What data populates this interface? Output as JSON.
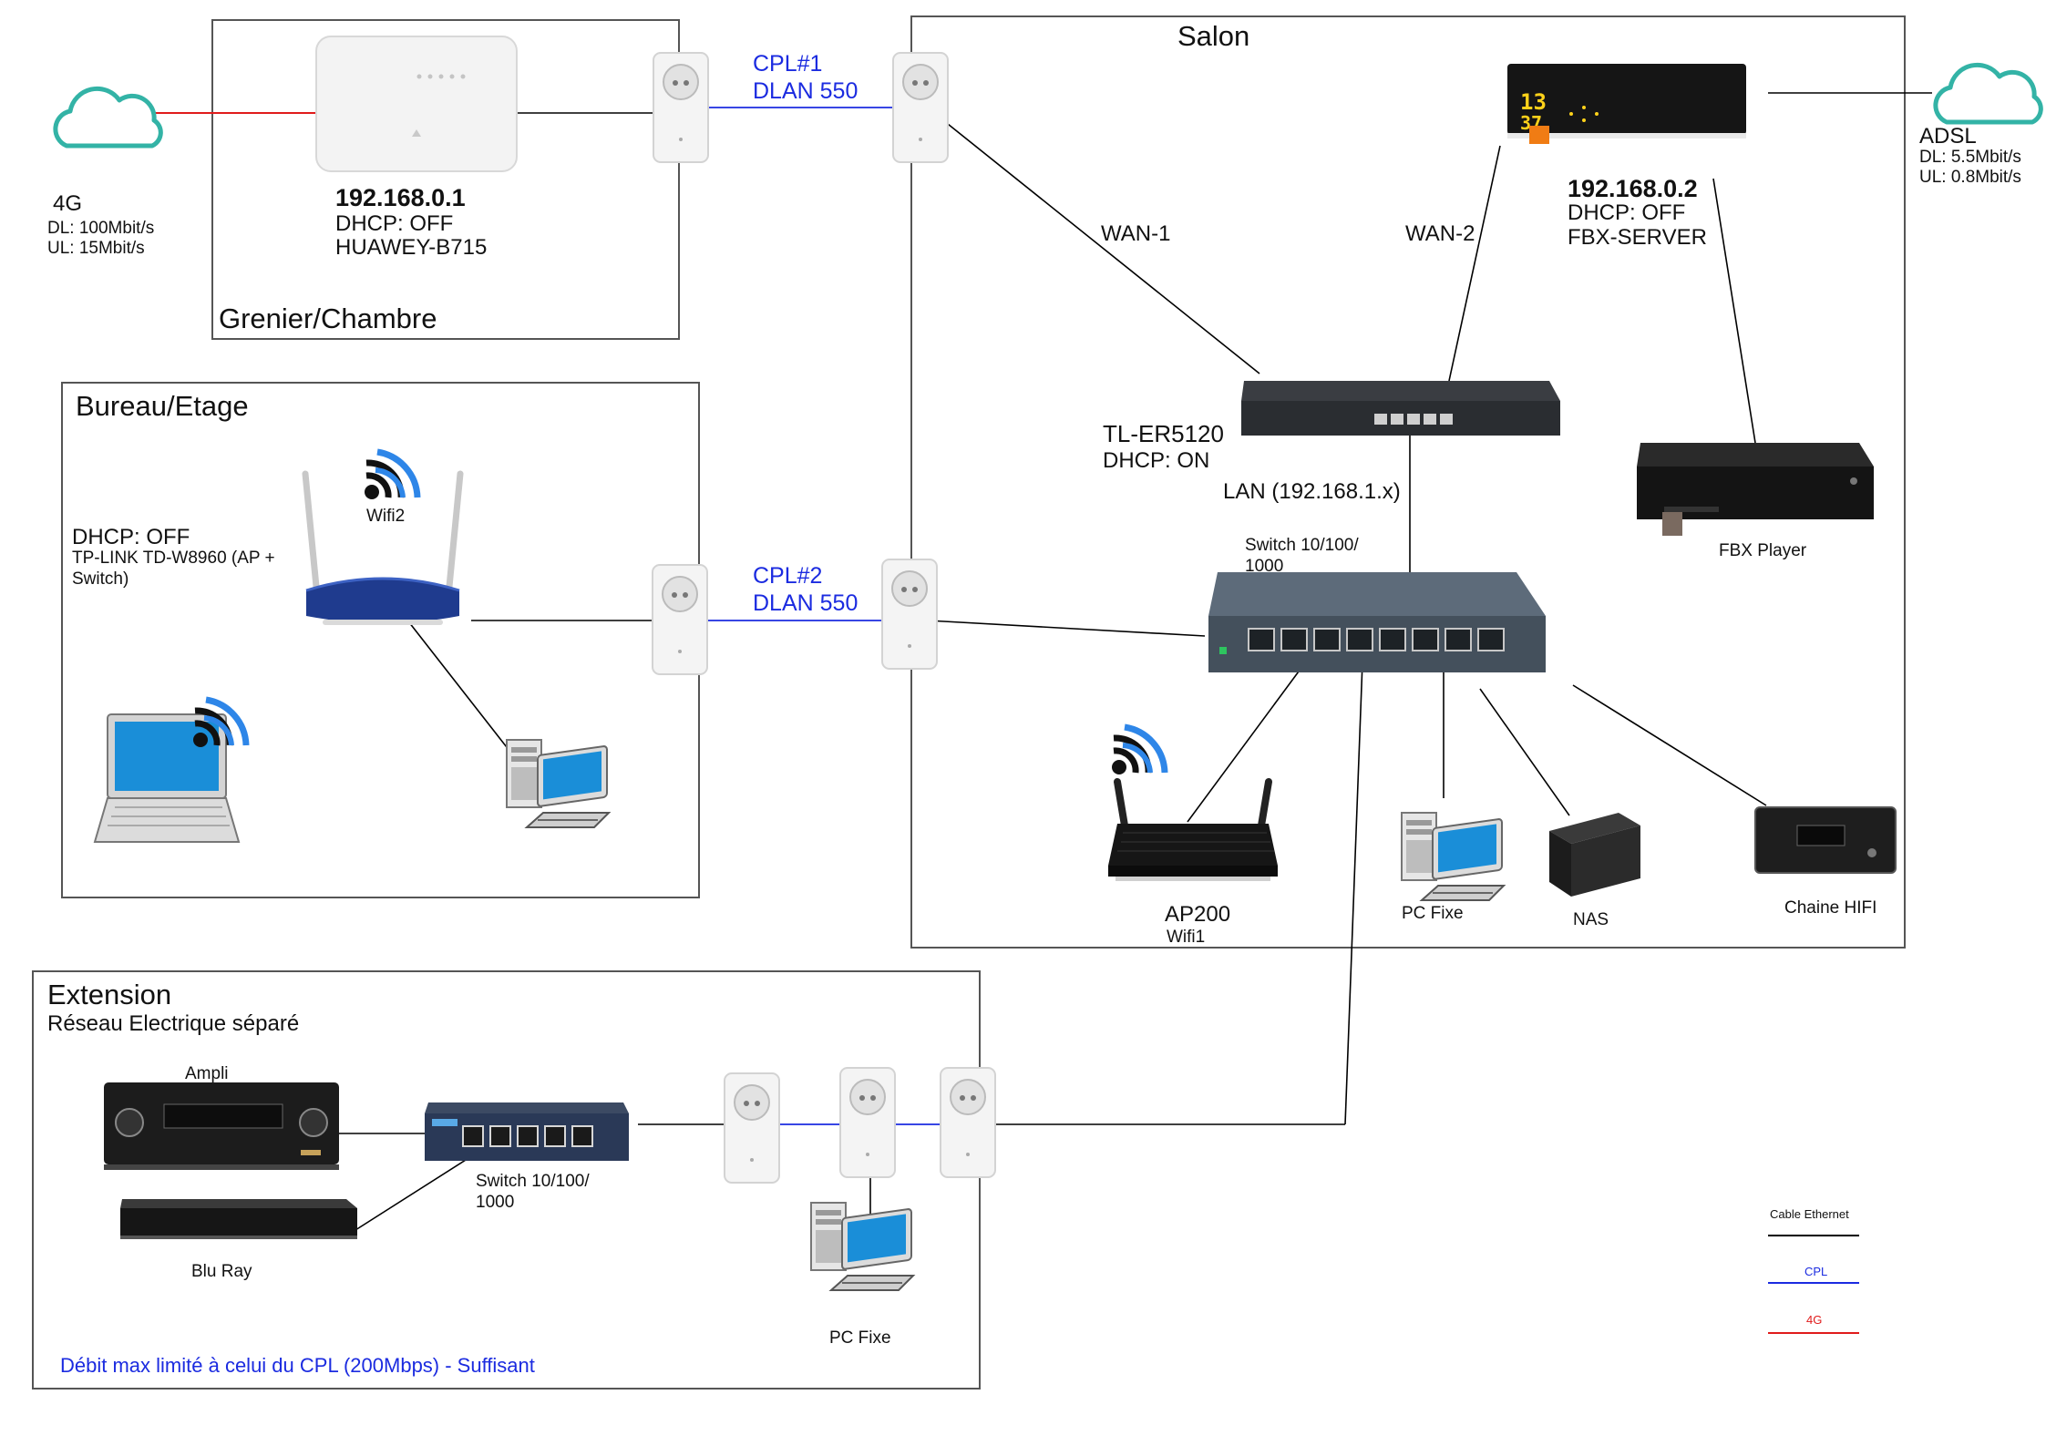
{
  "rooms": {
    "grenier": "Grenier/Chambre",
    "salon": "Salon",
    "bureau": "Bureau/Etage",
    "extension": "Extension",
    "extension_sub": "Réseau Electrique séparé"
  },
  "internet": {
    "lte": {
      "name": "4G",
      "dl": "DL: 100Mbit/s",
      "ul": "UL: 15Mbit/s"
    },
    "adsl": {
      "name": "ADSL",
      "dl": "DL: 5.5Mbit/s",
      "ul": "UL: 0.8Mbit/s"
    }
  },
  "huawei": {
    "ip": "192.168.0.1",
    "dhcp": "DHCP: OFF",
    "name": "HUAWEY-B715"
  },
  "freebox": {
    "ip": "192.168.0.2",
    "dhcp": "DHCP: OFF",
    "name": "FBX-SERVER",
    "display": "13 37"
  },
  "cpl1": {
    "name": "CPL#1",
    "speed": "DLAN 550"
  },
  "cpl2": {
    "name": "CPL#2",
    "speed": "DLAN 550"
  },
  "links": {
    "wan1": "WAN-1",
    "wan2": "WAN-2",
    "lan": "LAN (192.168.1.x)"
  },
  "router": {
    "name": "TL-ER5120",
    "dhcp": "DHCP: ON"
  },
  "switch_salon": {
    "label": "Switch 10/100/\n1000"
  },
  "bureau": {
    "dhcp": "DHCP: OFF",
    "device": "TP-LINK TD-W8960 (AP +\nSwitch)",
    "wifi": "Wifi2"
  },
  "salon_devices": {
    "fbx_player": "FBX Player",
    "ap_name": "AP200",
    "ap_wifi": "Wifi1",
    "pc": "PC Fixe",
    "nas": "NAS",
    "hifi": "Chaine HIFI"
  },
  "extension": {
    "ampli": "Ampli",
    "bluray": "Blu Ray",
    "switch": "Switch 10/100/\n1000",
    "pc": "PC Fixe",
    "note": "Débit max limité à celui du CPL (200Mbps) - Suffisant"
  },
  "legend": {
    "ethernet": "Cable Ethernet",
    "cpl": "CPL",
    "lte": "4G"
  },
  "colors": {
    "ethernet": "#000000",
    "cpl": "#1b2be0",
    "lte": "#e01b1b",
    "cloud": "#33b3a6"
  },
  "icons": [
    "cloud-icon",
    "router-4g-icon",
    "plc-adapter-icon",
    "freebox-server-icon",
    "vpn-router-icon",
    "switch-icon",
    "set-top-box-icon",
    "wifi-router-icon",
    "wifi-icon",
    "laptop-icon",
    "desktop-pc-icon",
    "access-point-icon",
    "nas-icon",
    "hifi-icon",
    "av-receiver-icon",
    "bluray-icon"
  ]
}
